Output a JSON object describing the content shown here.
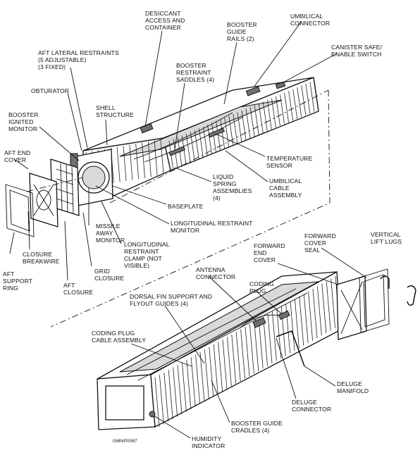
{
  "labels": {
    "desiccant": "DESICCANT\nACCESS AND\nCONTAINER",
    "booster_guide_rails": "BOOSTER\nGUIDE\nRAILS (2)",
    "umbilical_connector": "UMBILICAL\nCONNECTOR",
    "canister_switch": "CANISTER SAFE/\nENABLE SWITCH",
    "aft_lateral_restraints": "AFT LATERAL RESTRAINTS\n(5 ADJUSTABLE)\n(3 FIXED)",
    "booster_restraint_saddles": "BOOSTER\nRESTRAINT\nSADDLES (4)",
    "obturator": "OBTURATOR",
    "shell_structure": "SHELL\nSTRUCTURE",
    "booster_ignited_monitor": "BOOSTER\nIGNITED\nMONITOR",
    "temperature_sensor": "TEMPERATURE\nSENSOR",
    "aft_end_cover": "AFT END\nCOVER",
    "umbilical_cable_assembly": "UMBILICAL\nCABLE\nASSEMBLY",
    "liquid_spring_assemblies": "LIQUID\nSPRING\nASSEMBLIES\n(4)",
    "baseplate": "BASEPLATE",
    "longitudinal_restraint_monitor": "LONGITUDINAL RESTRAINT\nMONITOR",
    "missile_away_monitor": "MISSILE\nAWAY\nMONITOR",
    "longitudinal_restraint_clamp": "LONGITUDINAL\nRESTRAINT\nCLAMP (NOT\nVISIBLE)",
    "closure_breakwire": "CLOSURE\nBREAKWIRE",
    "aft_support_ring": "AFT\nSUPPORT\nRING",
    "aft_closure": "AFT\nCLOSURE",
    "grid_closure": "GRID\nCLOSURE",
    "forward_cover_seal": "FORWARD\nCOVER\nSEAL",
    "vertical_lift_lugs": "VERTICAL\nLIFT LUGS",
    "forward_end_cover": "FORWARD\nEND\nCOVER",
    "antenna_connector": "ANTENNA\nCONNECTOR",
    "coding_plug": "CODING\nPLUG",
    "dorsal_fin": "DORSAL FIN SUPPORT AND\nFLYOUT GUIDES (4)",
    "coding_plug_cable": "CODING PLUG\nCABLE ASSEMBLY",
    "deluge_manifold": "DELUGE\nMANIFOLD",
    "deluge_connector": "DELUGE\nCONNECTOR",
    "booster_guide_cradles": "BOOSTER GUIDE\nCRADLES (4)",
    "humidity_indicator": "HUMIDITY\nINDICATOR",
    "figure_id": "GMNP0067"
  }
}
